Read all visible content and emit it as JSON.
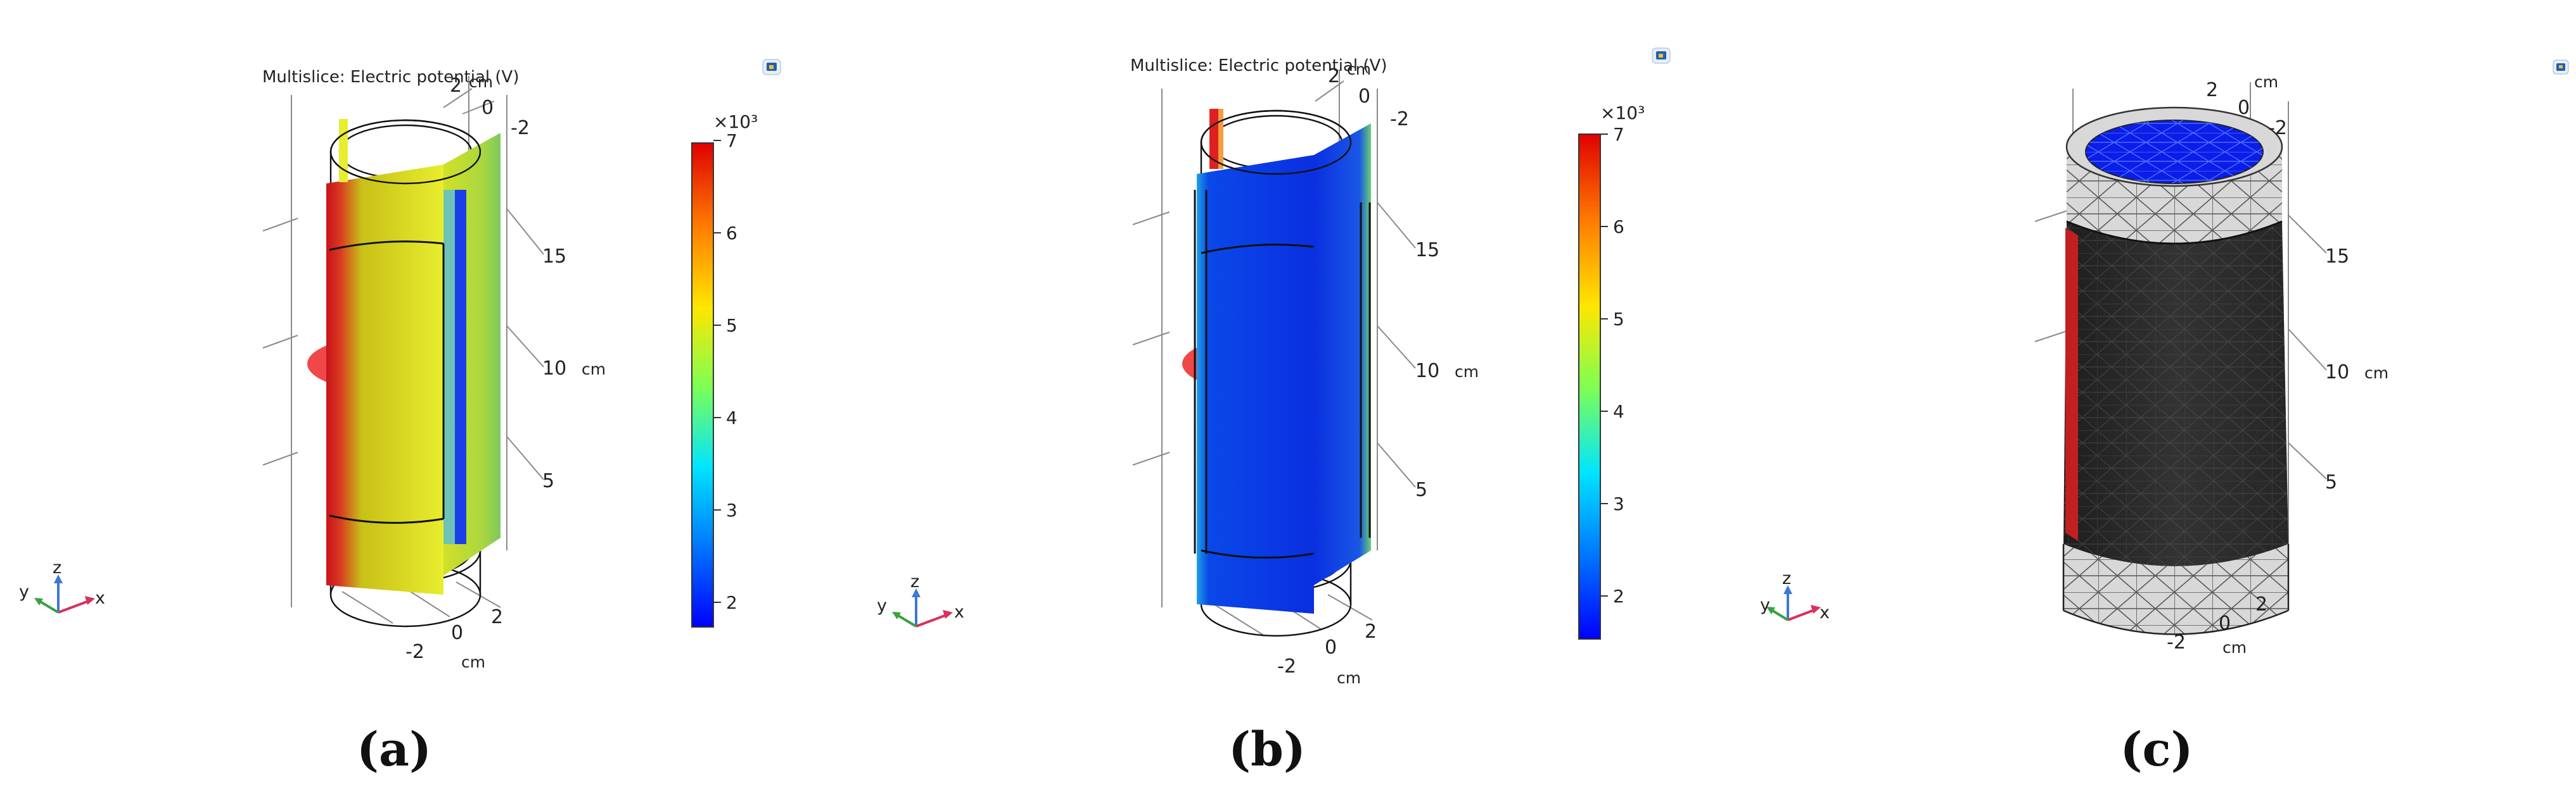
{
  "colors": {
    "yellow": "#e8f032",
    "red": "#c8161a",
    "blue": "#0a2fe0",
    "mesh_dark": "#2b2b2b",
    "mesh_light": "#d9d9d9"
  },
  "panels": [
    {
      "caption": "(a)",
      "title": "Multislice: Electric potential (V)",
      "axis_unit": "cm",
      "z_ticks": [
        "15",
        "10",
        "5"
      ],
      "top_ticks": [
        "2",
        "0",
        "-2"
      ],
      "bottom_ticks": [
        "-2",
        "0",
        "2"
      ],
      "colorbar": {
        "exponent": "×10³",
        "ticks": [
          "7",
          "6",
          "5",
          "4",
          "3",
          "2"
        ]
      },
      "triad": {
        "x": "x",
        "y": "y",
        "z": "z"
      },
      "toolbar_icon": "comsol-logo-icon"
    },
    {
      "caption": "(b)",
      "title": "Multislice: Electric potential (V)",
      "axis_unit": "cm",
      "z_ticks": [
        "15",
        "10",
        "5"
      ],
      "top_ticks": [
        "2",
        "0",
        "-2"
      ],
      "bottom_ticks": [
        "-2",
        "0",
        "2"
      ],
      "colorbar": {
        "exponent": "×10³",
        "ticks": [
          "7",
          "6",
          "5",
          "4",
          "3",
          "2"
        ]
      },
      "triad": {
        "x": "x",
        "y": "y",
        "z": "z"
      },
      "toolbar_icon": "comsol-logo-icon"
    },
    {
      "caption": "(c)",
      "axis_unit": "cm",
      "z_ticks": [
        "15",
        "10",
        "5"
      ],
      "top_ticks": [
        "2",
        "0",
        "-2"
      ],
      "bottom_ticks": [
        "-2",
        "0",
        "2"
      ],
      "triad": {
        "x": "x",
        "y": "y",
        "z": "z"
      },
      "toolbar_icon": "comsol-logo-icon"
    }
  ]
}
